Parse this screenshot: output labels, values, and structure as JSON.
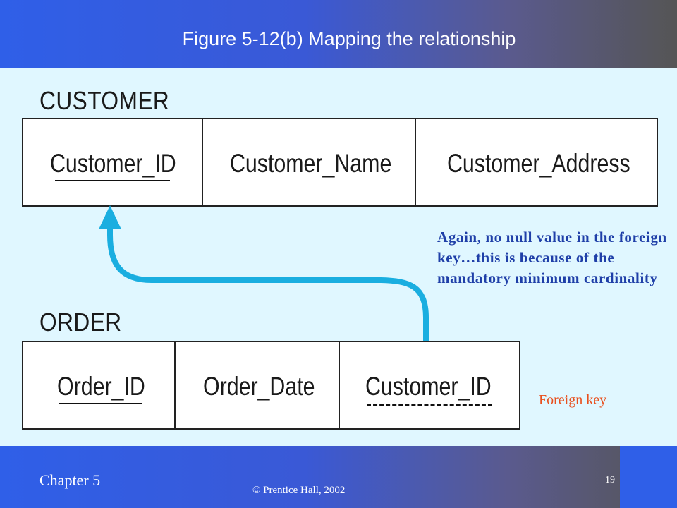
{
  "slide": {
    "title": "Figure 5-12(b) Mapping the relationship",
    "chapter": "Chapter 5",
    "copyright": "© Prentice Hall, 2002",
    "page_number": "19"
  },
  "customer": {
    "name": "CUSTOMER",
    "attributes": [
      "Customer_ID",
      "Customer_Name",
      "Customer_Address"
    ],
    "primary_key": "Customer_ID"
  },
  "order": {
    "name": "ORDER",
    "attributes": [
      "Order_ID",
      "Order_Date",
      "Customer_ID"
    ],
    "primary_key": "Order_ID",
    "foreign_key": "Customer_ID"
  },
  "annotations": {
    "note": "Again, no null value in the foreign key…this is because of the mandatory minimum cardinality",
    "foreign_key_label": "Foreign key"
  },
  "colors": {
    "header_gradient_start": "#2f5fe8",
    "header_gradient_end": "#555555",
    "background": "#e0f7ff",
    "arrow": "#1aaee0",
    "note_text": "#1f3fa8",
    "foreign_key_label": "#e8501e"
  },
  "icons": {
    "relationship_arrow": "arrow-up-curved-icon"
  }
}
